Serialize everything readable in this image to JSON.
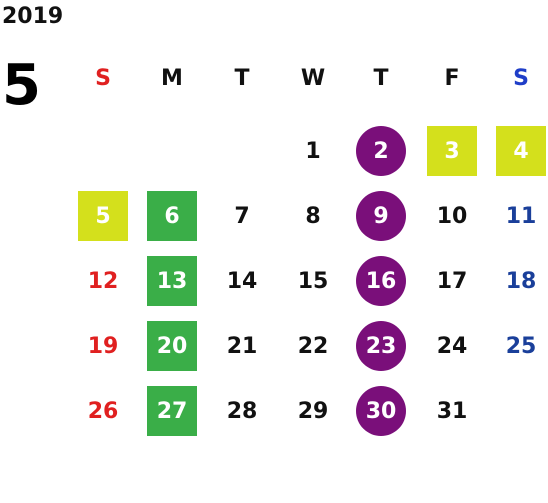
{
  "year": "2019",
  "month": "5",
  "weekdays": [
    "S",
    "M",
    "T",
    "W",
    "T",
    "F",
    "S"
  ],
  "colors": {
    "sunday": "#e02020",
    "saturday": "#1a3f9a",
    "weekday": "#111111",
    "holiday_bg": "#d4e01c",
    "green_bg": "#3aae48",
    "purple_bg": "#7a0f7a",
    "highlight_text": "#ffffff"
  },
  "weeks": [
    [
      null,
      null,
      null,
      {
        "day": "1"
      },
      {
        "day": "2",
        "mark": "purple"
      },
      {
        "day": "3",
        "mark": "yellow"
      },
      {
        "day": "4",
        "mark": "yellow"
      }
    ],
    [
      {
        "day": "5",
        "mark": "yellow"
      },
      {
        "day": "6",
        "mark": "green"
      },
      {
        "day": "7"
      },
      {
        "day": "8"
      },
      {
        "day": "9",
        "mark": "purple"
      },
      {
        "day": "10"
      },
      {
        "day": "11"
      }
    ],
    [
      {
        "day": "12"
      },
      {
        "day": "13",
        "mark": "green"
      },
      {
        "day": "14"
      },
      {
        "day": "15"
      },
      {
        "day": "16",
        "mark": "purple"
      },
      {
        "day": "17"
      },
      {
        "day": "18"
      }
    ],
    [
      {
        "day": "19"
      },
      {
        "day": "20",
        "mark": "green"
      },
      {
        "day": "21"
      },
      {
        "day": "22"
      },
      {
        "day": "23",
        "mark": "purple"
      },
      {
        "day": "24"
      },
      {
        "day": "25"
      }
    ],
    [
      {
        "day": "26"
      },
      {
        "day": "27",
        "mark": "green"
      },
      {
        "day": "28"
      },
      {
        "day": "29"
      },
      {
        "day": "30",
        "mark": "purple"
      },
      {
        "day": "31"
      },
      null
    ]
  ]
}
